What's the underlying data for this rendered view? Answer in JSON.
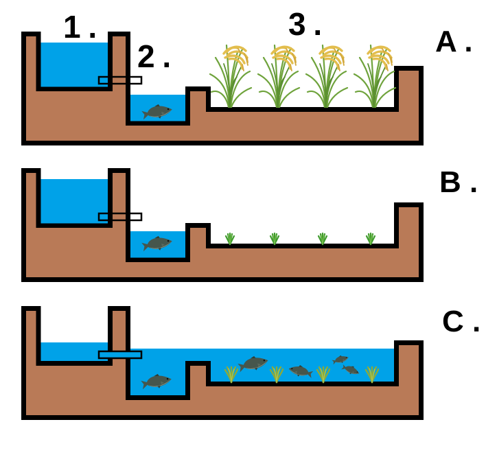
{
  "diagram": {
    "background": "#FFFFFF",
    "stages": [
      {
        "name": "reservoir",
        "label": "1 ."
      },
      {
        "name": "fish-pond",
        "label": "2 ."
      },
      {
        "name": "rice-field",
        "label": "3 ."
      }
    ],
    "panels": [
      {
        "name": "panel-a",
        "label": "A ."
      },
      {
        "name": "panel-b",
        "label": "B ."
      },
      {
        "name": "panel-c",
        "label": "C ."
      }
    ],
    "colors": {
      "water": "#00A2E8",
      "soil": "#B97A57",
      "outline": "#000000",
      "rice_green": "#6FA33C",
      "rice_green_dark": "#5A8F30",
      "rice_gold": "#E3BE4E",
      "rice_gold_dark": "#D2A83C",
      "sprout_green": "#3E9A2C",
      "sprout_green_light": "#7CC24E",
      "underwater_plant_green": "#8CAA3A",
      "fish_body": "#46564C",
      "fish_belly": "#97A698"
    },
    "icons": {
      "fish": "fish-icon",
      "rice_plant": "rice-plant-icon",
      "rice_sprout": "rice-sprout-icon",
      "underwater_plant": "underwater-plant-icon",
      "pipe": "pipe-outlet-icon"
    }
  }
}
